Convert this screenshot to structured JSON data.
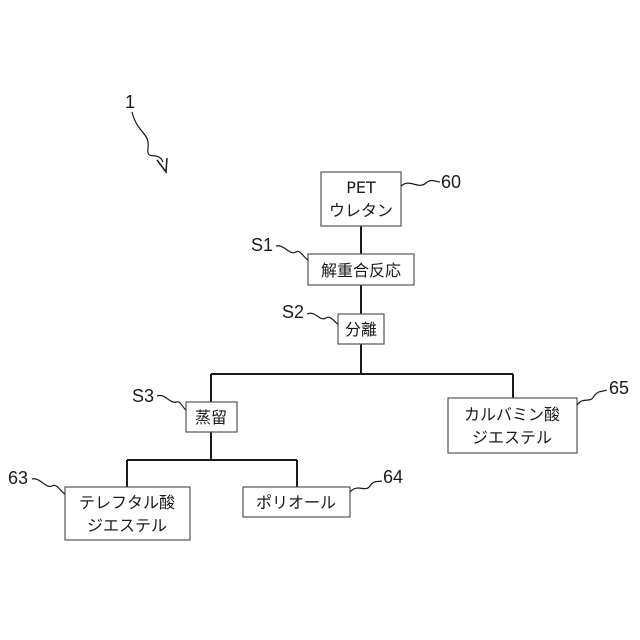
{
  "figure_label": "1",
  "nodes": {
    "start": {
      "line1": "PET",
      "line2": "ウレタン",
      "ref": "60"
    },
    "depoly": {
      "text": "解重合反応",
      "step": "S1"
    },
    "separation": {
      "text": "分離",
      "step": "S2"
    },
    "distillation": {
      "text": "蒸留",
      "step": "S3"
    },
    "carbamate": {
      "line1": "カルバミン酸",
      "line2": "ジエステル",
      "ref": "65"
    },
    "terephthalate": {
      "line1": "テレフタル酸",
      "line2": "ジエステル",
      "ref": "63"
    },
    "polyol": {
      "text": "ポリオール",
      "ref": "64"
    }
  }
}
